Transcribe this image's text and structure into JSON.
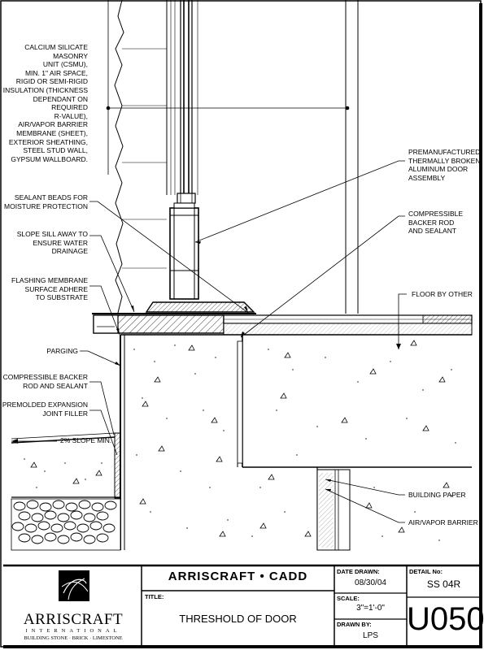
{
  "drawing": {
    "labels": {
      "csmu_assembly": "CALCIUM SILICATE MASONRY\nUNIT (CSMU),\nMIN. 1\" AIR SPACE,\nRIGID OR SEMI-RIGID\nINSULATION (THICKNESS\nDEPENDANT ON REQUIRED\nR-VALUE),\nAIR/VAPOR BARRIER\nMEMBRANE (SHEET),\nEXTERIOR SHEATHING,\nSTEEL STUD WALL,\nGYPSUM WALLBOARD.",
      "sealant_beads": "SEALANT BEADS FOR\nMOISTURE PROTECTION",
      "slope_sill": "SLOPE SILL AWAY TO\nENSURE WATER DRAINAGE",
      "flashing_membrane": "FLASHING MEMBRANE\nSURFACE ADHERE\nTO SUBSTRATE",
      "parging": "PARGING",
      "backer_rod_left": "COMPRESSIBLE BACKER\nROD AND SEALANT",
      "expansion_filler": "PREMOLDED EXPANSION\nJOINT FILLER",
      "slope_min": "2% SLOPE MIN.",
      "door_assembly": "PREMANUFACTURED\nTHERMALLY BROKEN\nALUMINUM DOOR\nASSEMBLY",
      "backer_rod_right": "COMPRESSIBLE\nBACKER ROD\nAND SEALANT",
      "floor_by_other": "FLOOR BY OTHER",
      "building_paper": "BUILDING PAPER",
      "air_vapor_barrier": "AIR/VAPOR BARRIER"
    }
  },
  "title_block": {
    "logo_name": "ARRISCRAFT",
    "logo_sub": "INTERNATIONAL",
    "logo_tagline": "BUILDING STONE · BRICK · LIMESTONE",
    "company": "ARRISCRAFT • CADD",
    "title_caption": "TITLE:",
    "title": "THRESHOLD OF DOOR",
    "date_caption": "DATE DRAWN:",
    "date": "08/30/04",
    "scale_caption": "SCALE:",
    "scale": "3\"=1'-0\"",
    "drawn_caption": "DRAWN BY:",
    "drawn_by": "LPS",
    "detail_caption": "DETAIL No:",
    "detail_code": "SS 04R",
    "detail_number": "U050"
  }
}
